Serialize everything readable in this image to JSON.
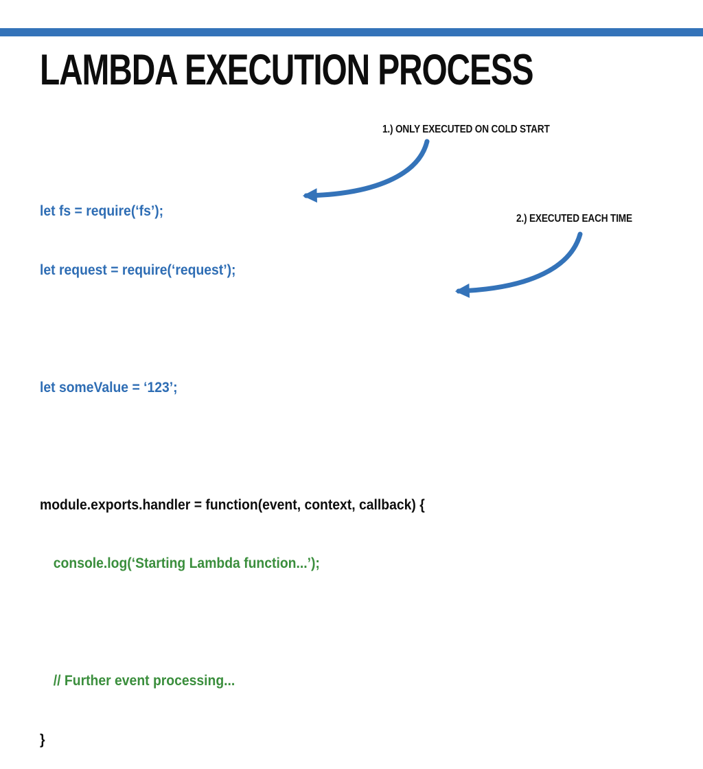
{
  "slide": {
    "title": "LAMBDA EXECUTION PROCESS"
  },
  "colors": {
    "accent_blue": "#3473B9",
    "code_blue": "#2E6DB4",
    "code_green": "#3A8E3C",
    "code_black": "#0d0d0d"
  },
  "annotations": [
    {
      "label": "1.) ONLY EXECUTED ON COLD START"
    },
    {
      "label": "2.) EXECUTED EACH TIME"
    }
  ],
  "code": {
    "lines": [
      {
        "text": "let fs = require(‘fs’);",
        "color": "blue",
        "indent": 0
      },
      {
        "text": "let request = require(‘request’);",
        "color": "blue",
        "indent": 0
      },
      {
        "text": "",
        "color": "none",
        "indent": 0
      },
      {
        "text": "let someValue = ‘123’;",
        "color": "blue",
        "indent": 0
      },
      {
        "text": "",
        "color": "none",
        "indent": 0
      },
      {
        "text": "module.exports.handler = function(event, context, callback) {",
        "color": "black",
        "indent": 0
      },
      {
        "text": "console.log(‘Starting Lambda function...’);",
        "color": "green",
        "indent": 1
      },
      {
        "text": "",
        "color": "none",
        "indent": 0
      },
      {
        "text": "// Further event processing...",
        "color": "green",
        "indent": 1
      },
      {
        "text": "}",
        "color": "black",
        "indent": 0
      }
    ]
  }
}
